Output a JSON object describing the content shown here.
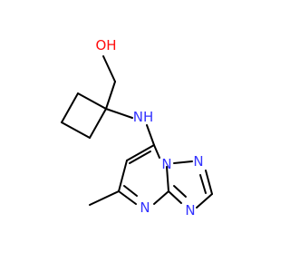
{
  "colors": {
    "bond": "#000000",
    "carbon_text": "#000000",
    "nitrogen": "#3333ff",
    "oxygen": "#ff0d0d"
  },
  "labels": {
    "hydroxyl": "OH",
    "amine": "NH",
    "n_bridgehead": "N",
    "n_triazole_upper": "N",
    "n_triazole_lower": "N",
    "n_pyrimidine": "N"
  }
}
